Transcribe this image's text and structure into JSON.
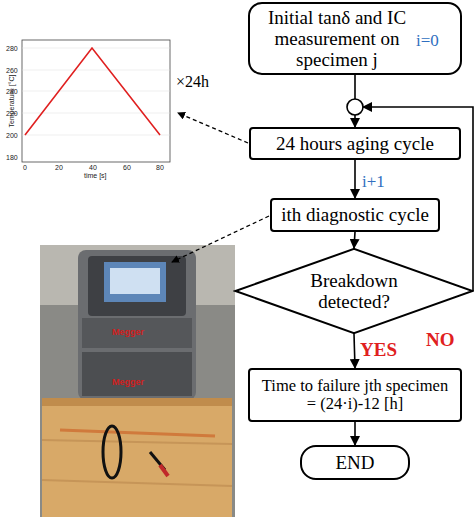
{
  "diagram": {
    "nodes": [
      {
        "text": [
          "Initial tanδ and IC measurement on specimen j"
        ]
      },
      {
        "text": [
          "24 hours aging cycle"
        ]
      },
      {
        "text": [
          "ith diagnostic cycle"
        ]
      },
      {
        "text": [
          "Breakdown detected?"
        ]
      },
      {
        "text": [
          "Time to failure jth specimen = (24·i)-12 [h]"
        ]
      },
      {
        "text": [
          "END"
        ]
      }
    ],
    "edges": [
      {
        "from": 0,
        "to": 1,
        "arrow": "to"
      },
      {
        "from": 1,
        "to": 2,
        "label": "i+1",
        "arrow": "to"
      },
      {
        "from": 2,
        "to": 3,
        "arrow": "to"
      },
      {
        "from": 3,
        "to": 1,
        "label": "NO",
        "arrow": "to"
      },
      {
        "from": 3,
        "to": 4,
        "label": "YES",
        "arrow": "to"
      },
      {
        "from": 4,
        "to": 5,
        "arrow": "to"
      }
    ],
    "labels": [
      "i=0",
      "×24h",
      "Temperature [°C]",
      "time [s]",
      "280",
      "260",
      "240",
      "220",
      "200",
      "180",
      "0",
      "20",
      "40",
      "60",
      "80",
      "Megger",
      "Megger"
    ]
  }
}
